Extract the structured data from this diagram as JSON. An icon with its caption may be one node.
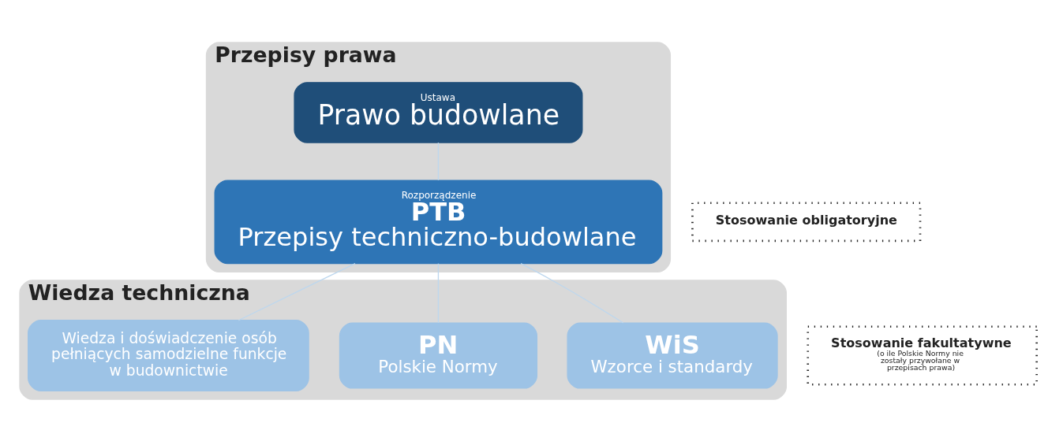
{
  "diagram": {
    "nodes": [
      {
        "text": [
          "Przepisy prawa"
        ]
      },
      {
        "text": [
          "Ustawa",
          "Prawo budowlane"
        ],
        "in": 0
      },
      {
        "text": [
          "Rozporządzenie",
          "PTB",
          "Przepisy techniczno-budowlane"
        ],
        "in": 0
      },
      {
        "text": [
          "Wiedza techniczna"
        ]
      },
      {
        "text": [
          "WiS",
          "Wzorce i standardy"
        ],
        "in": 3
      },
      {
        "text": [
          "PN",
          "Polskie Normy"
        ],
        "in": 3
      },
      {
        "text": [
          "Wiedza i doświadczenie osób pełniących samodzielne funkcje w budownictwie"
        ],
        "in": 3
      },
      {
        "text": [
          "Stosowanie obligatoryjne"
        ]
      },
      {
        "text": [
          "Stosowanie fakultatywne",
          "(o ile Polskie Normy nie zostały przywołane w przepisach prawa)"
        ]
      }
    ],
    "edges": [
      {
        "from": 1,
        "to": 2,
        "arrow": "none"
      },
      {
        "from": 2,
        "to": 4,
        "arrow": "none"
      },
      {
        "from": 2,
        "to": 5,
        "arrow": "none"
      },
      {
        "from": 2,
        "to": 6,
        "arrow": "none"
      }
    ]
  }
}
